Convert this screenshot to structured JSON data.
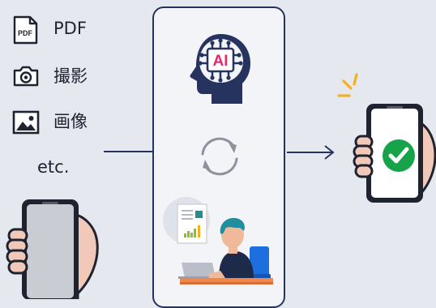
{
  "inputs": {
    "items": [
      {
        "icon": "pdf-file-icon",
        "label": "PDF",
        "icon_text": "PDF"
      },
      {
        "icon": "camera-icon",
        "label": "撮影"
      },
      {
        "icon": "image-icon",
        "label": "画像"
      }
    ],
    "etc_label": "etc."
  },
  "center_panel": {
    "ai_badge": "AI"
  },
  "colors": {
    "background": "#e6e8ef",
    "navy": "#26335e",
    "panel": "#f3f4f8",
    "accent_pink": "#e8276b",
    "check_green": "#16a34a",
    "spark_yellow": "#f5b021",
    "skin": "#f0c9b8"
  }
}
